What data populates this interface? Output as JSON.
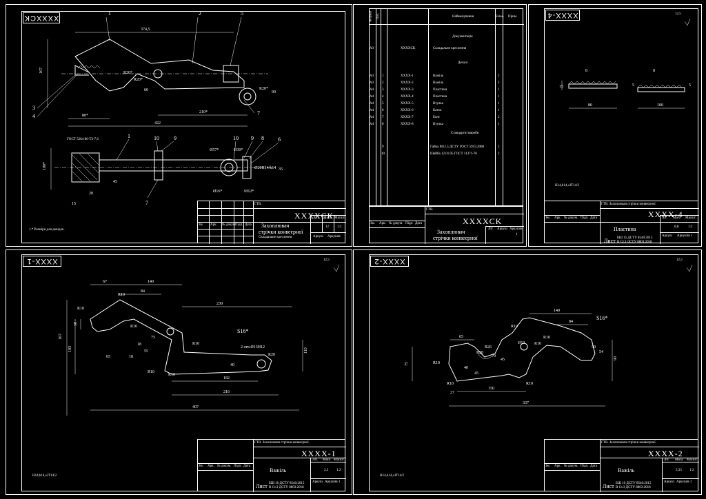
{
  "sheets": {
    "assembly": {
      "code": "XXXXCK",
      "title_code": "XXXXСК",
      "name_line1": "Захоплювач",
      "name_line2": "стрічки конвеєрної",
      "doc_type": "Складальне креслення",
      "note": "1.* Розміри для довідок.",
      "org": "ГТВ.",
      "mass": "12",
      "scale": "1:2",
      "labels": {
        "lit": "Літ.",
        "mass": "Маса",
        "scale": "Масшт.",
        "sheet": "Аркуш",
        "sheets": "Аркушів"
      },
      "gost": "ГОСТ 5264-80-Т3-7,6",
      "callouts": [
        "1",
        "2",
        "5",
        "3",
        "4",
        "7",
        "1",
        "10",
        "9",
        "10",
        "9",
        "8",
        "6",
        "7"
      ],
      "dims": [
        "374,5",
        "167",
        "R20*",
        "R20*",
        "60",
        "80*",
        "210*",
        "422",
        "R20*",
        "90",
        "Ø57*",
        "Ø30*",
        "Ø20H14/h14",
        "100*",
        "15",
        "20",
        "45",
        "Ø16*",
        "M12*",
        "35",
        "15"
      ]
    },
    "specification": {
      "headers": [
        "Формат",
        "Поз.",
        "Позначення",
        "Найменування",
        "Кільк.",
        "Прим."
      ],
      "section_docs": "Документація",
      "section_parts": "Деталі",
      "section_std": "Стандартні вироби",
      "rows": [
        {
          "fmt": "A3",
          "pos": "",
          "code": "XXXXCK",
          "name": "Складальне креслення",
          "qty": ""
        },
        {
          "fmt": "A3",
          "pos": "1",
          "code": "XXXX-1",
          "name": "Важіль",
          "qty": "2"
        },
        {
          "fmt": "A3",
          "pos": "2",
          "code": "XXXX-2",
          "name": "Важіль",
          "qty": "2"
        },
        {
          "fmt": "A4",
          "pos": "3",
          "code": "XXXX-3",
          "name": "Пластина",
          "qty": "1"
        },
        {
          "fmt": "A4",
          "pos": "4",
          "code": "XXXX-4",
          "name": "Пластина",
          "qty": "1"
        },
        {
          "fmt": "A4",
          "pos": "5",
          "code": "XXXX-5",
          "name": "Втулка",
          "qty": "1"
        },
        {
          "fmt": "A4",
          "pos": "6",
          "code": "XXXX-6",
          "name": "Каток",
          "qty": "1"
        },
        {
          "fmt": "A4",
          "pos": "7",
          "code": "XXXX-7",
          "name": "Болт",
          "qty": "2"
        },
        {
          "fmt": "A4",
          "pos": "8",
          "code": "XXXX-8",
          "name": "Втулка",
          "qty": "1"
        },
        {
          "fmt": "",
          "pos": "9",
          "code": "",
          "name": "Гайка М12.5 ДСТУ ГОСТ 5915:2008",
          "qty": "2"
        },
        {
          "fmt": "",
          "pos": "10",
          "code": "",
          "name": "Шайба 12.01.05 ГОСТ 11371-78",
          "qty": "2"
        }
      ],
      "code": "XXXXCK",
      "name_line1": "Захоплювач",
      "name_line2": "стрічки конвеєрної",
      "org": "ГТВ.",
      "sheet_no": "1",
      "labels": {
        "lit": "Літ.",
        "sheet": "Аркуш",
        "sheets": "Аркушів"
      }
    },
    "part4": {
      "code": "XXXX-4",
      "title_code": "XXXX-4",
      "name": "Пластина",
      "org": "ГТВ.  Захоплювач стрічки конвеєрної.",
      "mass": "0,8",
      "scale": "1:2",
      "sheet_label": "Лист",
      "std1": "БШ 15 ДСТУ 8540:2015",
      "std2": "В Ст.3 ДСТУ 8803:2018",
      "roughness": "12,5",
      "note": "Н14,h14,±IT14/2",
      "dims": [
        "8",
        "15",
        "80",
        "5",
        "8",
        "5",
        "100"
      ],
      "labels": {
        "lit": "Літ.",
        "mass": "Маса",
        "scale": "Масшт.",
        "sheet": "Аркуш",
        "sheets": "Аркушів 1"
      }
    },
    "part1": {
      "code": "XXXX-1",
      "title_code": "XXXX-1",
      "name": "Важіль",
      "org": "ГТВ.  Захоплювач стрічки конвеєрної.",
      "mass": "2,5",
      "scale": "1:2",
      "sheet_label": "Лист",
      "std1": "БШ 16 ДСТУ 8540:2015",
      "std2": "В Ст.3 ДСТУ 8803:2018",
      "roughness": "12,5",
      "note": "Н14,h14,±IT14/2",
      "surface": "S16*",
      "holes": "2 отв.Ø13H12",
      "dims": [
        "67",
        "140",
        "R10",
        "84",
        "230",
        "R10",
        "50",
        "167",
        "103",
        "65",
        "18",
        "R10",
        "18",
        "55",
        "R10",
        "75",
        "R10",
        "40",
        "R20",
        "110",
        "182",
        "216",
        "407",
        "R10"
      ],
      "labels": {
        "lit": "Літ.",
        "mass": "Маса",
        "scale": "Масшт.",
        "sheet": "Аркуш",
        "sheets": "Аркушів 1"
      }
    },
    "part2": {
      "code": "XXXX-2",
      "title_code": "XXXX-2",
      "name": "Важіль",
      "org": "ГТВ.  Захоплювач стрічки конвеєрної.",
      "mass": "5,33",
      "scale": "1:2",
      "sheet_label": "Лист",
      "std1": "БШ 16 ДСТУ 8540:2015",
      "std2": "В Ст.3 ДСТУ 8803:2018",
      "roughness": "12,5",
      "note": "Н14,h14,±IT14/2",
      "surface": "S16*",
      "dims": [
        "140",
        "84",
        "65",
        "R10",
        "R28",
        "R26",
        "Ø13",
        "R10",
        "70",
        "75",
        "R10",
        "40",
        "45",
        "45",
        "27",
        "150",
        "R10",
        "54",
        "50",
        "90",
        "337"
      ],
      "labels": {
        "lit": "Літ.",
        "mass": "Маса",
        "scale": "Масшт.",
        "sheet": "Аркуш",
        "sheets": "Аркушів 1"
      }
    }
  },
  "stamp_cols": [
    "Зм.",
    "Арк.",
    "№ докум.",
    "Підп.",
    "Дата"
  ]
}
